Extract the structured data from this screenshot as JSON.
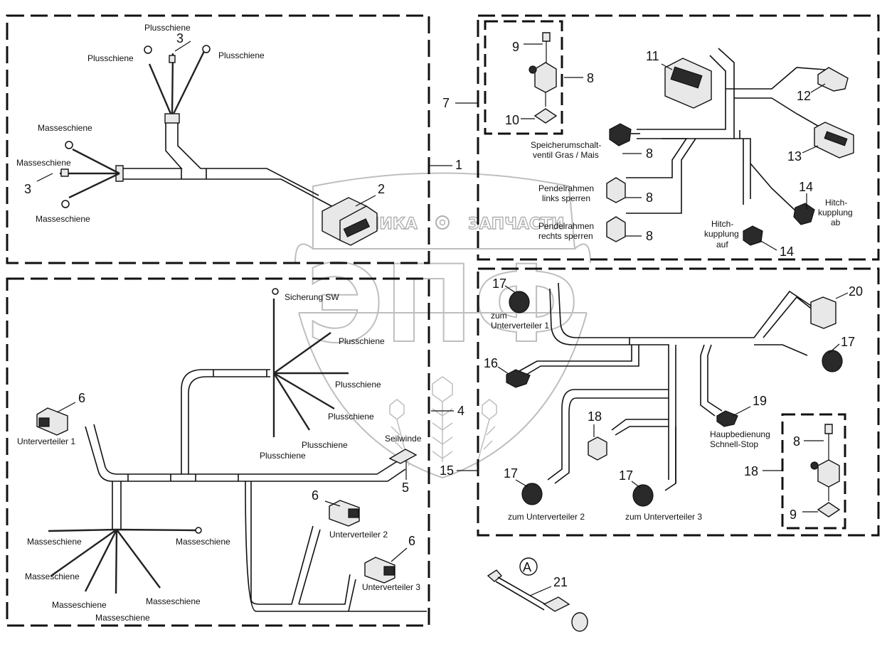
{
  "title": "Wiring harness exploded parts diagram",
  "watermark": {
    "logo_letters": "ЭПФ",
    "text_left": "ТЕХНИКА",
    "text_right": "ЗАПЧАСТИ",
    "icon": "gear-icon"
  },
  "callouts": {
    "n1": "1",
    "n2": "2",
    "n3a": "3",
    "n3b": "3",
    "n4": "4",
    "n5": "5",
    "n6a": "6",
    "n6b": "6",
    "n6c": "6",
    "n7": "7",
    "n8a": "8",
    "n8b": "8",
    "n8c": "8",
    "n8d": "8",
    "n8e": "8",
    "n9a": "9",
    "n9b": "9",
    "n10": "10",
    "n11": "11",
    "n12": "12",
    "n13": "13",
    "n14a": "14",
    "n14b": "14",
    "n15": "15",
    "n16": "16",
    "n17a": "17",
    "n17b": "17",
    "n17c": "17",
    "n17d": "17",
    "n18a": "18",
    "n18b": "18",
    "n19": "19",
    "n20": "20",
    "n21": "21",
    "detail_a": "A"
  },
  "labels": {
    "plus_top": "Plusschiene",
    "plus_left": "Plusschiene",
    "plus_right": "Plusschiene",
    "mass_top": "Masseschiene",
    "mass_mid": "Masseschiene",
    "mass_bottom": "Masseschiene",
    "sicherung": "Sicherung SW",
    "plus_b1": "Plusschiene",
    "plus_b2": "Plusschiene",
    "plus_b3": "Plusschiene",
    "plus_b4": "Plusschiene",
    "plus_b5": "Plusschiene",
    "unterverteiler1": "Unterverteiler 1",
    "unterverteiler2": "Unterverteiler 2",
    "unterverteiler3": "Unterverteiler 3",
    "seilwinde": "Seilwinde",
    "mass_b1": "Masseschiene",
    "mass_b2": "Masseschiene",
    "mass_b3": "Masseschiene",
    "mass_b4": "Masseschiene",
    "mass_b5": "Masseschiene",
    "mass_b6": "Masseschiene",
    "speicher_1": "Speicherumschalt-",
    "speicher_2": "ventil Gras / Mais",
    "pendel_links_1": "Pendelrahmen",
    "pendel_links_2": "links sperren",
    "pendel_rechts_1": "Pendelrahmen",
    "pendel_rechts_2": "rechts sperren",
    "hitch_auf_1": "Hitch-",
    "hitch_auf_2": "kupplung",
    "hitch_auf_3": "auf",
    "hitch_ab_1": "Hitch-",
    "hitch_ab_2": "kupplung",
    "hitch_ab_3": "ab",
    "zum_uv1_1": "zum",
    "zum_uv1_2": "Unterverteiler 1",
    "zum_uv2": "zum Unterverteiler 2",
    "zum_uv3": "zum Unterverteiler 3",
    "haupt_1": "Haupbedienung",
    "haupt_2": "Schnell-Stop"
  }
}
